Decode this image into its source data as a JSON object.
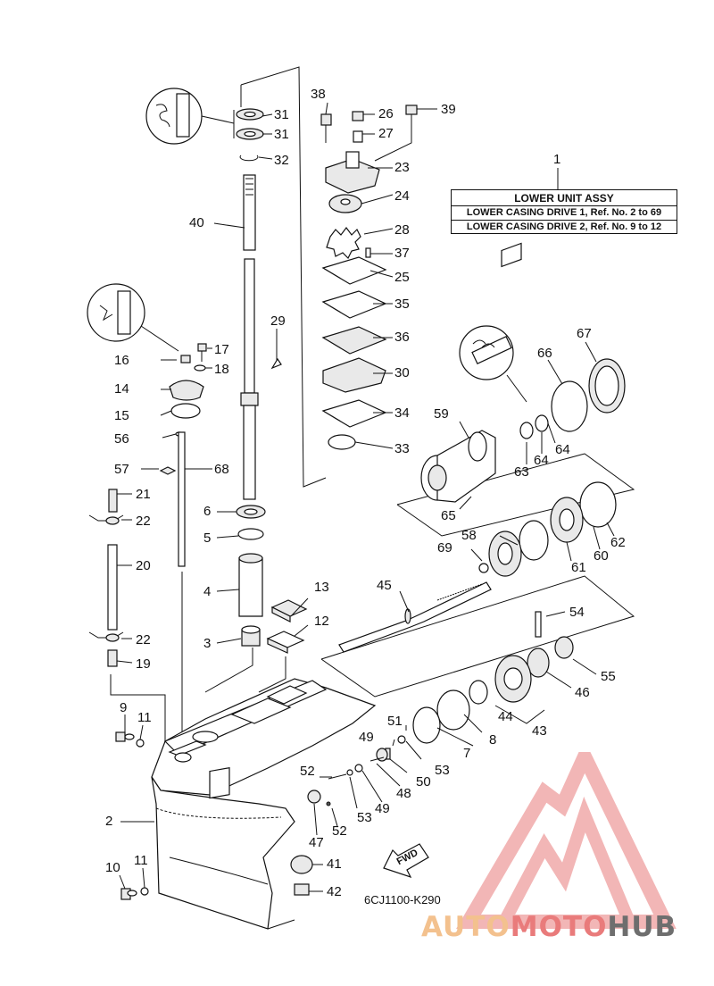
{
  "box": {
    "line1": "LOWER UNIT ASSY",
    "line2": "LOWER CASING DRIVE 1,  Ref. No. 2 to 69",
    "line3": "LOWER CASING DRIVE 2,  Ref. No. 9 to 12"
  },
  "fwd": "FWD",
  "diagram_code": "6CJ1100-K290",
  "watermark": {
    "part1": "AUTO",
    "part2": "MOTO",
    "part3": "HUB"
  },
  "labels": {
    "n1": "1",
    "n2": "2",
    "n3": "3",
    "n4": "4",
    "n5": "5",
    "n6": "6",
    "n7": "7",
    "n8": "8",
    "n9": "9",
    "n10": "10",
    "n11a": "11",
    "n11b": "11",
    "n12": "12",
    "n13": "13",
    "n14": "14",
    "n15": "15",
    "n16": "16",
    "n17": "17",
    "n18": "18",
    "n19": "19",
    "n20": "20",
    "n21": "21",
    "n22a": "22",
    "n22b": "22",
    "n23": "23",
    "n24": "24",
    "n25": "25",
    "n26": "26",
    "n27": "27",
    "n28": "28",
    "n29": "29",
    "n30": "30",
    "n31a": "31",
    "n31b": "31",
    "n32": "32",
    "n33": "33",
    "n34": "34",
    "n35": "35",
    "n36": "36",
    "n37": "37",
    "n38": "38",
    "n39": "39",
    "n40": "40",
    "n41": "41",
    "n42": "42",
    "n43": "43",
    "n44": "44",
    "n45": "45",
    "n46": "46",
    "n47": "47",
    "n48": "48",
    "n49a": "49",
    "n49b": "49",
    "n50": "50",
    "n51": "51",
    "n52a": "52",
    "n52b": "52",
    "n53a": "53",
    "n53b": "53",
    "n54": "54",
    "n55": "55",
    "n56": "56",
    "n57": "57",
    "n58": "58",
    "n59": "59",
    "n60": "60",
    "n61": "61",
    "n62": "62",
    "n63": "63",
    "n64a": "64",
    "n64b": "64",
    "n65": "65",
    "n66": "66",
    "n67": "67",
    "n68": "68",
    "n69": "69"
  },
  "icons": [
    "grease-icon",
    "grease-icon",
    "loctite-icon"
  ],
  "colors": {
    "line": "#111111",
    "wm_red": "#e97b7b",
    "wm_orange": "#f3c18e",
    "wm_gray": "#6e6e6e"
  }
}
